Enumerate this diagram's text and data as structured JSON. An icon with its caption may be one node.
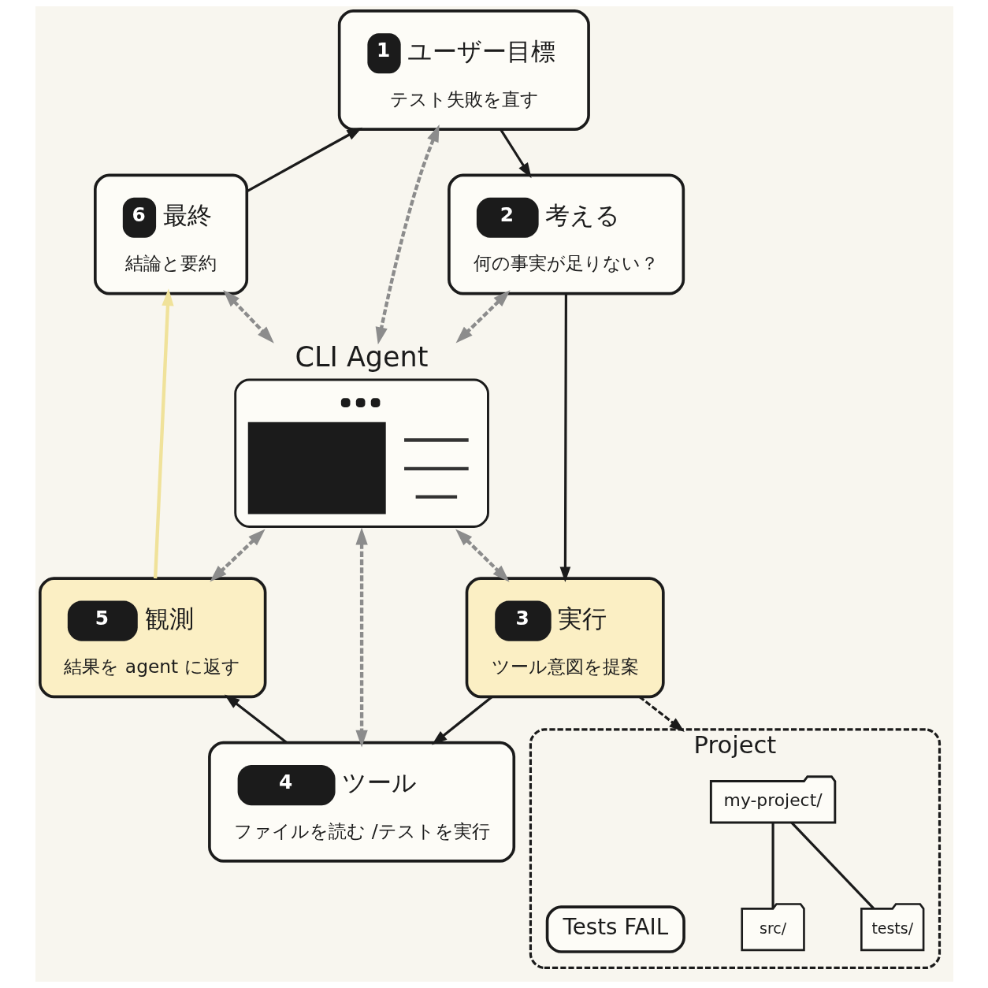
{
  "diagram": {
    "nodes": [
      {
        "text": [
          "1",
          "ユーザー目標",
          "テスト失敗を直す"
        ]
      },
      {
        "text": [
          "2",
          "考える",
          "何の事実が足りない？"
        ]
      },
      {
        "text": [
          "3",
          "実行",
          "ツール意図を提案"
        ]
      },
      {
        "text": [
          "4",
          "ツール",
          "ファイルを読む /テストを実行"
        ]
      },
      {
        "text": [
          "5",
          "観測",
          "結果を agent に返す"
        ]
      },
      {
        "text": [
          "6",
          "最終",
          "結論と要約"
        ]
      },
      {
        "text": [
          "CLI Agent"
        ]
      },
      {
        "text": [
          "Project"
        ]
      },
      {
        "text": [
          "my-project/"
        ],
        "in": 7
      },
      {
        "text": [
          "src/"
        ],
        "in": 7
      },
      {
        "text": [
          "tests/"
        ],
        "in": 7
      },
      {
        "text": [
          "Tests FAIL"
        ],
        "in": 7
      }
    ],
    "edges": [
      {
        "from": 0,
        "to": 1,
        "arrow": "to"
      },
      {
        "from": 1,
        "to": 2,
        "arrow": "to"
      },
      {
        "from": 2,
        "to": 3,
        "arrow": "to"
      },
      {
        "from": 3,
        "to": 4,
        "arrow": "to"
      },
      {
        "from": 4,
        "to": 5,
        "arrow": "to",
        "color": "#f0e29a"
      },
      {
        "from": 5,
        "to": 0,
        "arrow": "to"
      },
      {
        "from": 0,
        "to": 6,
        "arrow": "both",
        "style": "dashed",
        "color": "#8c8c8c"
      },
      {
        "from": 5,
        "to": 6,
        "arrow": "both",
        "style": "dashed",
        "color": "#8c8c8c"
      },
      {
        "from": 1,
        "to": 6,
        "arrow": "both",
        "style": "dashed",
        "color": "#8c8c8c"
      },
      {
        "from": 6,
        "to": 4,
        "arrow": "both",
        "style": "dashed",
        "color": "#8c8c8c"
      },
      {
        "from": 6,
        "to": 3,
        "arrow": "both",
        "style": "dashed",
        "color": "#8c8c8c"
      },
      {
        "from": 6,
        "to": 2,
        "arrow": "both",
        "style": "dashed",
        "color": "#8c8c8c"
      },
      {
        "from": 2,
        "to": 7,
        "arrow": "to",
        "style": "dashed"
      },
      {
        "from": 8,
        "to": 9,
        "arrow": "none"
      },
      {
        "from": 8,
        "to": 10,
        "arrow": "none"
      }
    ]
  }
}
